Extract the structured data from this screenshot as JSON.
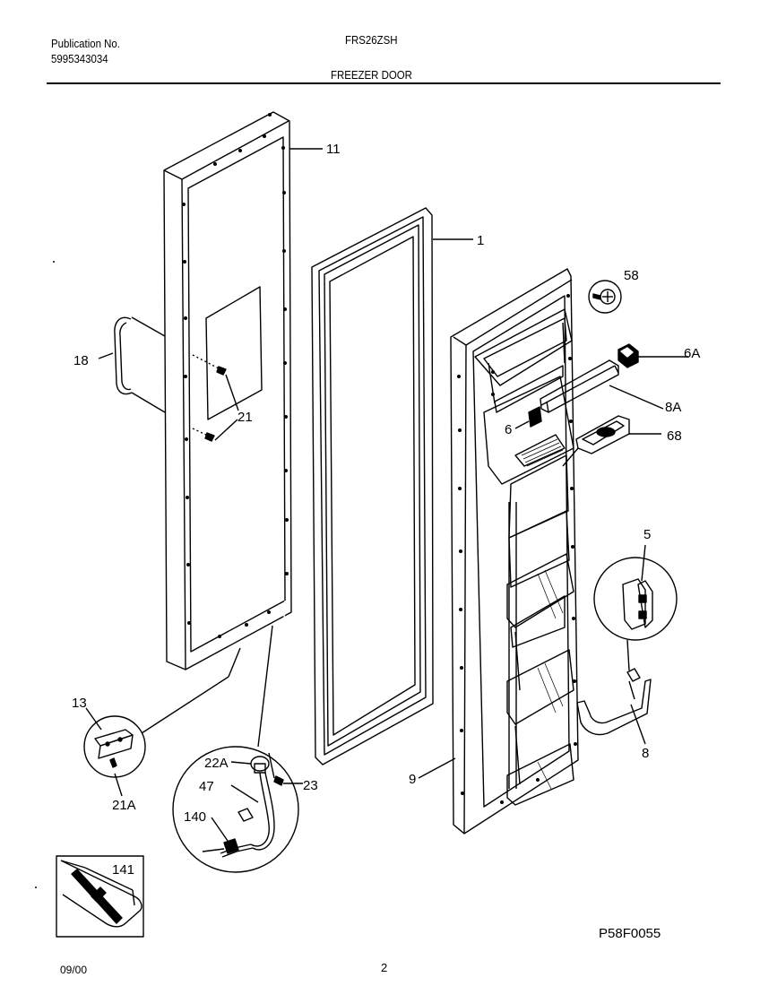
{
  "header": {
    "publication_label": "Publication No.",
    "publication_number": "5995343034",
    "model": "FRS26ZSH",
    "section_title": "FREEZER DOOR"
  },
  "callouts": {
    "c1": "1",
    "c11": "11",
    "c18": "18",
    "c21": "21",
    "c58": "58",
    "c6A": "6A",
    "c8A": "8A",
    "c6": "6",
    "c68": "68",
    "c5": "5",
    "c8": "8",
    "c9": "9",
    "c13": "13",
    "c21A": "21A",
    "c22A": "22A",
    "c23": "23",
    "c47": "47",
    "c140": "140",
    "c141": "141"
  },
  "drawing_id": "P58F0055",
  "footer": {
    "date": "09/00",
    "page": "2"
  }
}
